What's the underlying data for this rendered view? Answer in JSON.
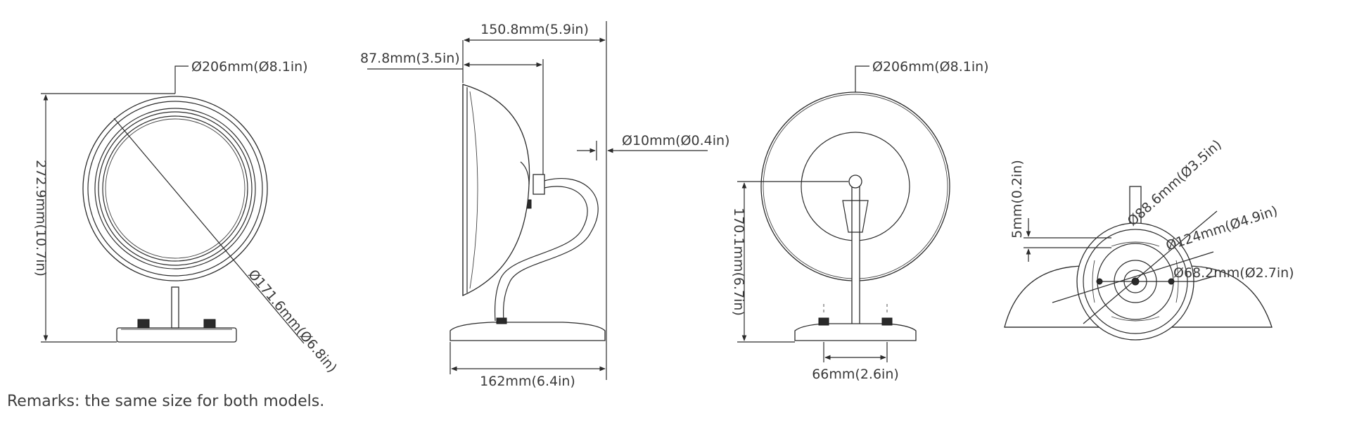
{
  "front_view": {
    "overall_diameter": "Ø206mm(Ø8.1in)",
    "lens_diameter": "Ø171.6mm(Ø6.8in)",
    "height": "272.9mm(10.7in)"
  },
  "side_view": {
    "depth_total": "150.8mm(5.9in)",
    "depth_housing": "87.8mm(3.5in)",
    "pole_diameter": "Ø10mm(Ø0.4in)",
    "base_length": "162mm(6.4in)"
  },
  "back_view": {
    "overall_diameter": "Ø206mm(Ø8.1in)",
    "mount_height": "170.1mm(6.7in)",
    "hole_spacing": "66mm(2.6in)"
  },
  "base_view": {
    "thickness": "5mm(0.2in)",
    "diameter_1": "Ø88.6mm(Ø3.5in)",
    "diameter_2": "Ø124mm(Ø4.9in)",
    "diameter_3": "Ø68.2mm(Ø2.7in)"
  },
  "remarks": "Remarks: the same size for both models."
}
